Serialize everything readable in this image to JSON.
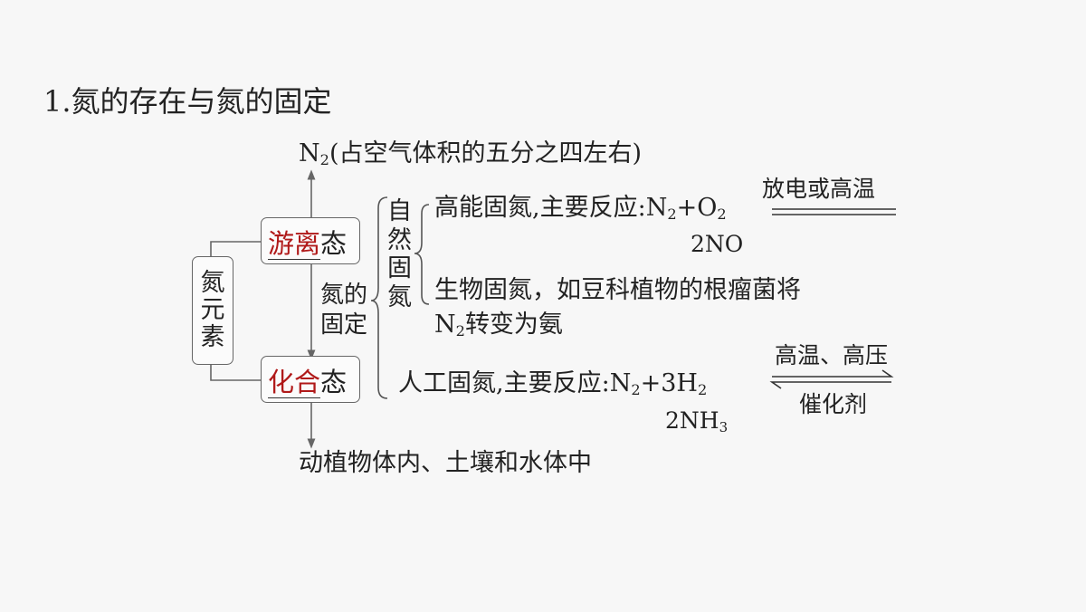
{
  "title": "1.氮的存在与氮的固定",
  "top_label": {
    "n": "N",
    "sub": "2",
    "rest": "(占空气体积的五分之四左右)"
  },
  "bottom_label": "动植物体内、土壤和水体中",
  "element_box": [
    "氮",
    "元",
    "素"
  ],
  "free_state": {
    "highlight": "游离",
    "suffix": "态"
  },
  "combined_state": {
    "highlight": "化合",
    "suffix": "态"
  },
  "fixation_label": [
    "氮的",
    "固定"
  ],
  "natural_label": [
    "自",
    "然",
    "固",
    "氮"
  ],
  "high_energy": {
    "text": "高能固氮,主要反应:",
    "n": "N",
    "n_sub": "2",
    "plus": "+",
    "o": "O",
    "o_sub": "2",
    "condition": "放电或高温",
    "product": "2NO"
  },
  "biological": {
    "line1": "生物固氮，如豆科植物的根瘤菌将",
    "n": "N",
    "n_sub": "2",
    "line2": "转变为氨"
  },
  "artificial": {
    "text": "人工固氮,主要反应:",
    "n": "N",
    "n_sub": "2",
    "plus": "+3H",
    "h_sub": "2",
    "condition_top": "高温、高压",
    "condition_bottom": "催化剂",
    "product": "2NH",
    "product_sub": "3"
  }
}
